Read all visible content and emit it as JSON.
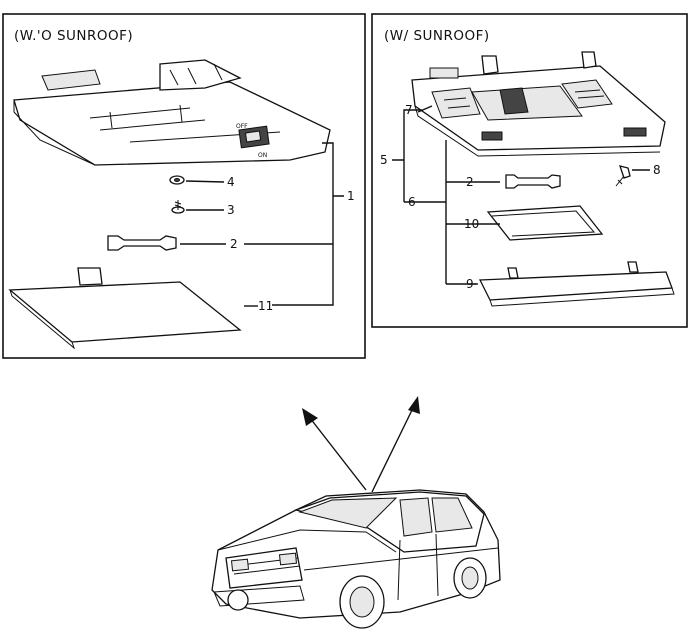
{
  "panels": {
    "left_title": "(W.'O  SUNROOF)",
    "right_title": "(W/  SUNROOF)"
  },
  "left_labels": {
    "p1": "1",
    "p2": "2",
    "p3": "3",
    "p4": "4",
    "p11": "11"
  },
  "right_labels": {
    "p2": "2",
    "p5": "5",
    "p6": "6",
    "p7": "7",
    "p8": "8",
    "p9": "9",
    "p10": "10"
  },
  "switch_marks": {
    "off": "OFF",
    "on": "ON"
  }
}
